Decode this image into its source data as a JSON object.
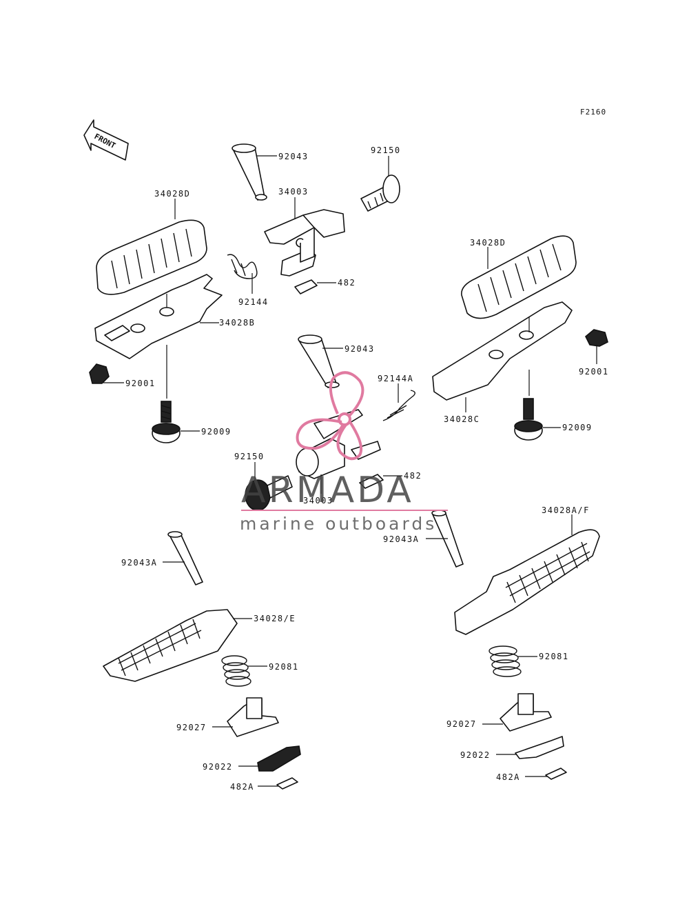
{
  "figure_code": "F2160",
  "front_arrow": {
    "label": "FRONT",
    "icon": "front-arrow-icon"
  },
  "watermark": {
    "title": "ARMADA",
    "subtitle": "marine outboards",
    "logo_color": "#e07aa0",
    "icon": "propeller-logo-icon"
  },
  "labels": {
    "l_92043_top": "92043",
    "l_92150_top": "92150",
    "l_34003_top": "34003",
    "l_34028D_left": "34028D",
    "l_92144": "92144",
    "l_482_top": "482",
    "l_34028B": "34028B",
    "l_92001_left": "92001",
    "l_92009_left": "92009",
    "l_34028D_right": "34028D",
    "l_92001_right": "92001",
    "l_92009_right": "92009",
    "l_34028C": "34028C",
    "l_92043_mid": "92043",
    "l_92144A": "92144A",
    "l_92150_mid": "92150",
    "l_482_mid": "482",
    "l_34003_mid": "34003",
    "l_34028AF": "34028A/F",
    "l_92043A_right": "92043A",
    "l_92043A_left": "92043A",
    "l_34028E": "34028/E",
    "l_92081_left": "92081",
    "l_92081_right": "92081",
    "l_92027_left": "92027",
    "l_92027_right": "92027",
    "l_92022_left": "92022",
    "l_92022_right": "92022",
    "l_482A_left": "482A",
    "l_482A_right": "482A"
  }
}
